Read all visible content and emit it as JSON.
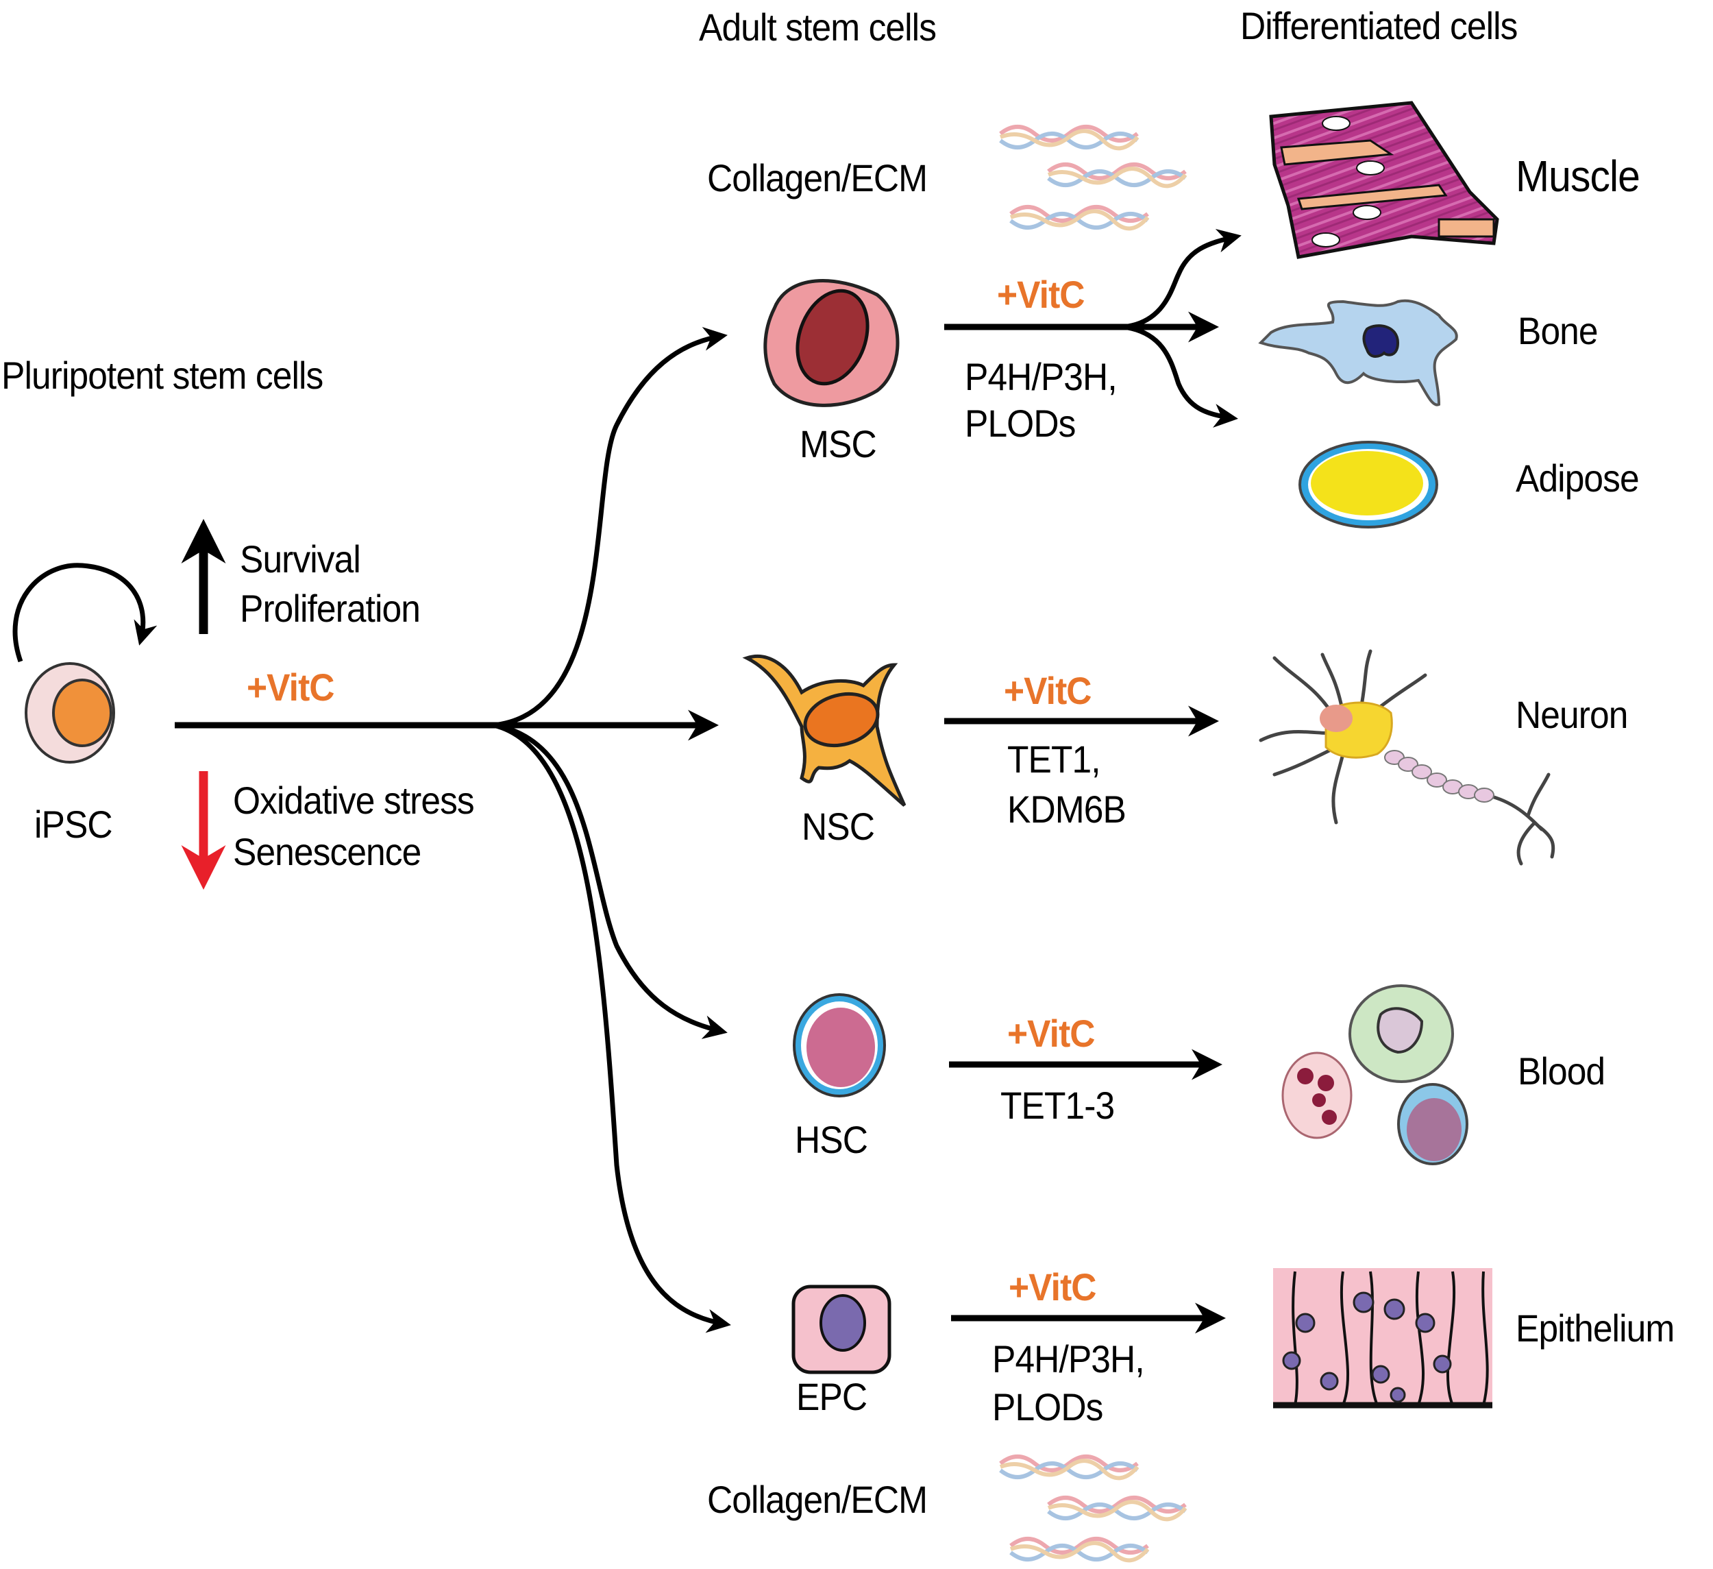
{
  "headers": {
    "pluripotent": "Pluripotent stem cells",
    "adult": "Adult stem cells",
    "differentiated": "Differentiated cells"
  },
  "ipsc": {
    "label": "iPSC",
    "vitc": "+VitC",
    "up_effects": [
      "Survival",
      "Proliferation"
    ],
    "down_effects": [
      "Oxidative stress",
      "Senescence"
    ]
  },
  "collagen_label_top": "Collagen/ECM",
  "collagen_label_bottom": "Collagen/ECM",
  "branches": [
    {
      "stem": "MSC",
      "vitc": "+VitC",
      "enzymes": [
        "P4H/P3H,",
        "PLODs"
      ],
      "targets": [
        "Muscle",
        "Bone",
        "Adipose"
      ]
    },
    {
      "stem": "NSC",
      "vitc": "+VitC",
      "enzymes": [
        "TET1,",
        "KDM6B"
      ],
      "targets": [
        "Neuron"
      ]
    },
    {
      "stem": "HSC",
      "vitc": "+VitC",
      "enzymes": [
        "TET1-3"
      ],
      "targets": [
        "Blood"
      ]
    },
    {
      "stem": "EPC",
      "vitc": "+VitC",
      "enzymes": [
        "P4H/P3H,",
        "PLODs"
      ],
      "targets": [
        "Epithelium"
      ]
    }
  ],
  "colors": {
    "vitc": "#e8742a",
    "down_arrow": "#e8202a",
    "arrow": "#000000"
  }
}
